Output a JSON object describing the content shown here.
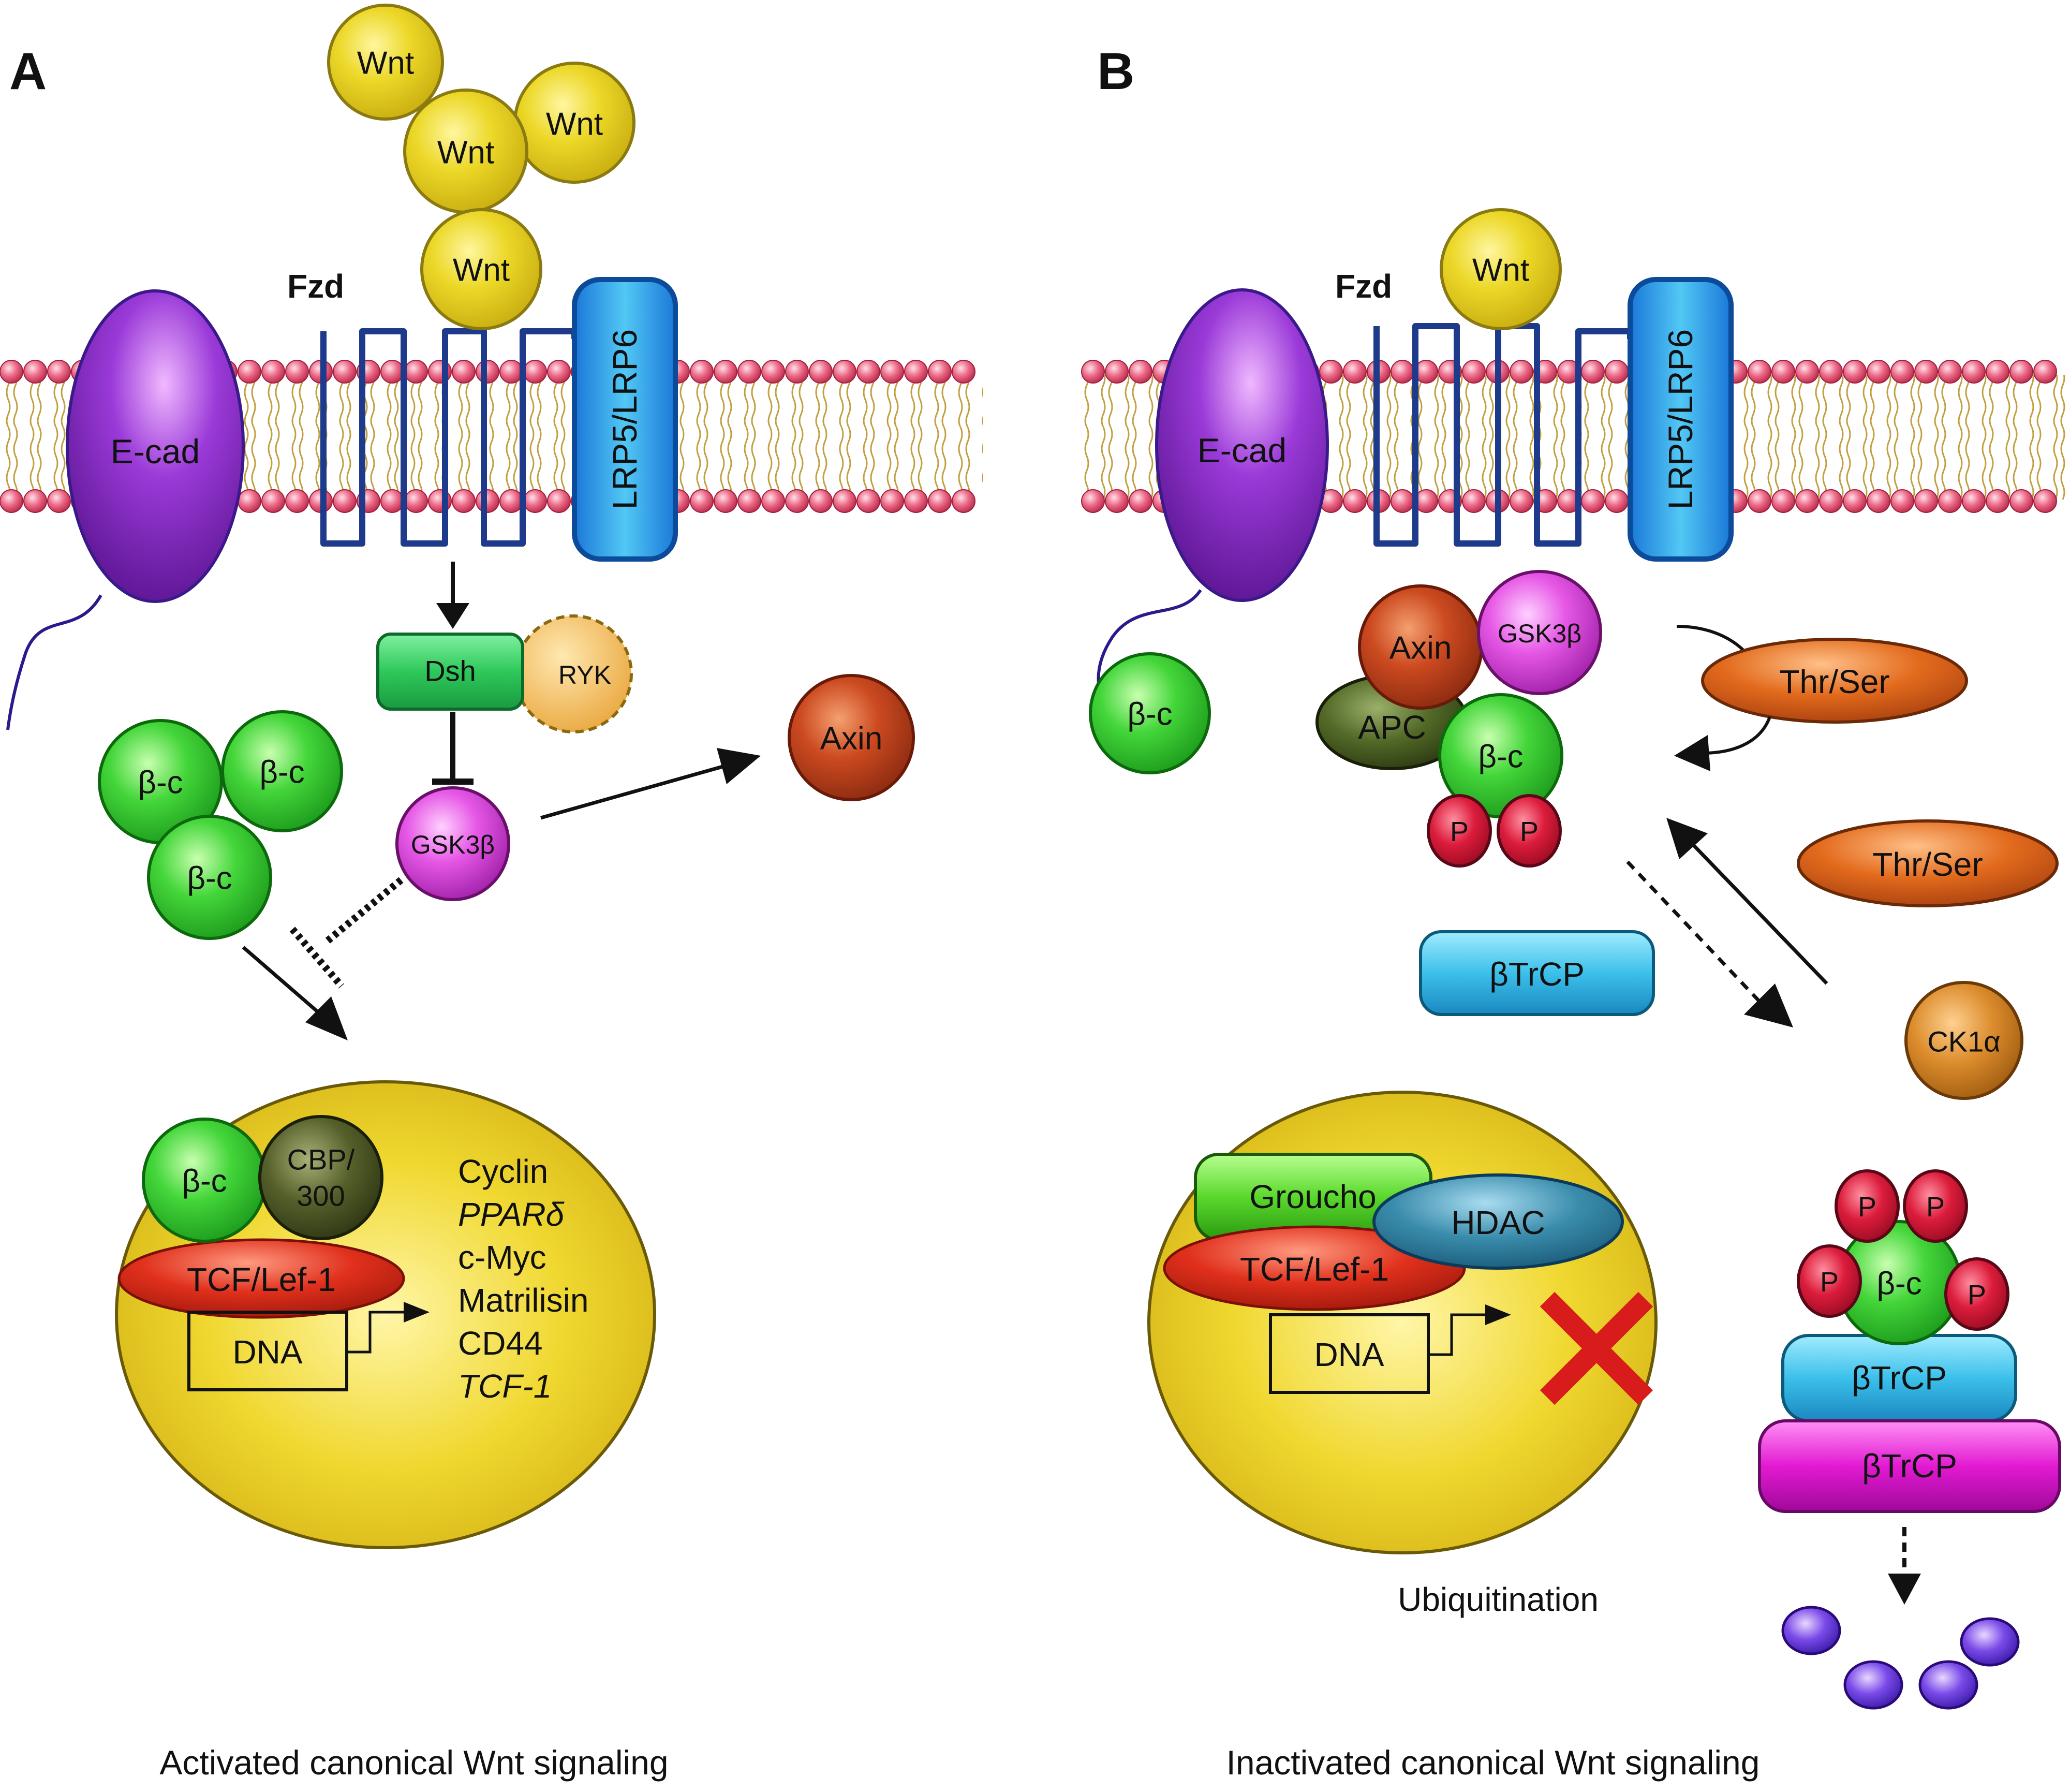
{
  "panels": [
    {
      "letter": "A",
      "caption": "Activated canonical Wnt signaling",
      "receptor_label": "Fzd",
      "wnt_labels": [
        "Wnt",
        "Wnt",
        "Wnt",
        "Wnt"
      ],
      "ecad_label": "E-cad",
      "lrp_label": "LRP5/LRP6",
      "dsh_label": "Dsh",
      "ryk_label": "RYK",
      "gsk_label": "GSK3β",
      "axin_label": "Axin",
      "beta_catenin_labels": [
        "β-c",
        "β-c",
        "β-c"
      ],
      "nucleus": {
        "beta_catenin_label": "β-c",
        "cbp_label": "CBP/ 300",
        "tcf_label": "TCF/Lef-1",
        "dna_label": "DNA",
        "target_genes": [
          "Cyclin",
          "PPARδ",
          "c-Myc",
          "Matrilisin",
          "CD44",
          "TCF-1"
        ]
      }
    },
    {
      "letter": "B",
      "caption": "Inactivated canonical Wnt signaling",
      "receptor_label": "Fzd",
      "wnt_label": "Wnt",
      "ecad_label": "E-cad",
      "lrp_label": "LRP5/LRP6",
      "ecad_beta_catenin_label": "β-c",
      "complex": {
        "axin_label": "Axin",
        "gsk_label": "GSK3β",
        "apc_label": "APC",
        "beta_catenin_label": "β-c",
        "phospho_labels": [
          "P",
          "P"
        ]
      },
      "kinase_labels": [
        "Thr/Ser",
        "Thr/Ser"
      ],
      "btrcp_free_label": "βTrCP",
      "ck1_label": "CK1α",
      "degradation": {
        "phospho_labels": [
          "P",
          "P",
          "P",
          "P"
        ],
        "beta_catenin_label": "β-c",
        "btrcp_labels": [
          "βTrCP",
          "βTrCP"
        ],
        "ubiquitination_label": "Ubiquitination"
      },
      "nucleus": {
        "groucho_label": "Groucho",
        "hdac_label": "HDAC",
        "tcf_label": "TCF/Lef-1",
        "dna_label": "DNA"
      }
    }
  ],
  "colors": {
    "wnt": "#e8d21c",
    "ecad": "#8a2fc4",
    "lrp": "#2a9be8",
    "receptor_line": "#1e3a8a",
    "lipid_head": "#e8607a",
    "beta_catenin": "#3bd13b",
    "gsk": "#e24fe0",
    "axin": "#c8431c",
    "dsh": "#2fc25a",
    "ryk": "#f0c060",
    "nucleus": "#e8c820",
    "cbp": "#4f5a2a",
    "tcf": "#e0281c",
    "apc": "#4f6a2a",
    "phospho": "#d81c3a",
    "thr_ser": "#e0661c",
    "btrcp": "#3cc0e8",
    "btrcp_magenta": "#e01ccc",
    "ck1": "#d88a28",
    "groucho": "#5ad82c",
    "hdac": "#3a8aaa",
    "ubiquitin": "#6a3ae0",
    "red_cross": "#d81c1c"
  }
}
